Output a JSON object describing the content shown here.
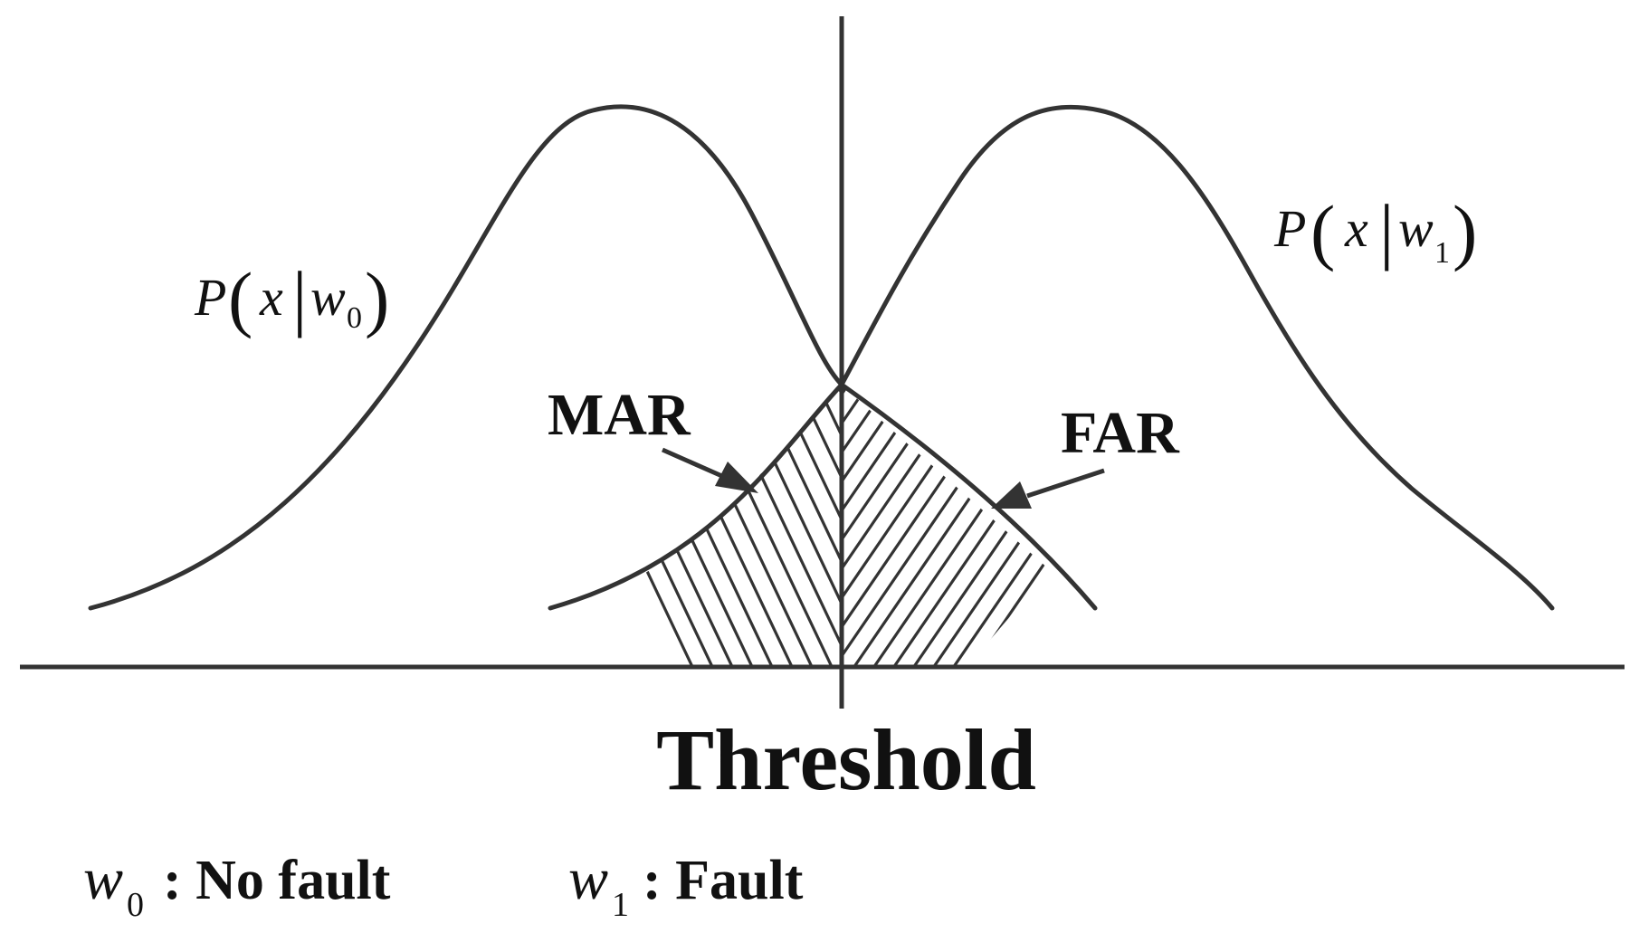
{
  "diagram": {
    "curve_left_label": {
      "prefix": "P",
      "open_paren": "(",
      "x": "x",
      "bar": "|",
      "w": "w",
      "sub": "0",
      "close_paren": ")"
    },
    "curve_right_label": {
      "prefix": "P",
      "open_paren": "(",
      "x": "x",
      "bar": "|",
      "w": "w",
      "sub": "1",
      "close_paren": ")"
    },
    "mar_label": "MAR",
    "far_label": "FAR",
    "threshold_label": "Threshold",
    "legend": {
      "w0_symbol": "w",
      "w0_sub": "0",
      "w0_text": ": No fault",
      "w1_symbol": "w",
      "w1_sub": "1",
      "w1_text": ": Fault"
    },
    "stroke_color": "#333333"
  }
}
